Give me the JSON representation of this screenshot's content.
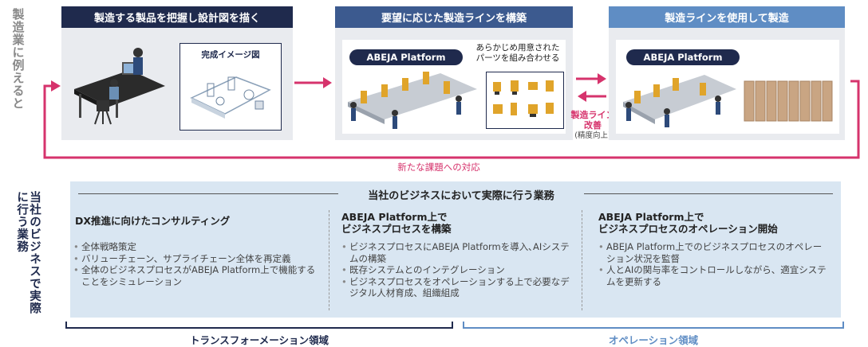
{
  "side_labels": {
    "example": "製造業に例えると",
    "business": "当社のビジネスで実際に行う業務"
  },
  "panels": [
    {
      "title": "製造する製品を把握し設計図を描く",
      "inner_label": "完成イメージ図"
    },
    {
      "title": "要望に応じた製造ラインを構築",
      "pill": "ABEJA Platform",
      "note": "あらかじめ用意された\nパーツを組み合わせる"
    },
    {
      "title": "製造ラインを使用して製造",
      "pill": "ABEJA Platform"
    }
  ],
  "feedback": {
    "label_line1": "製造ライン",
    "label_line2": "改善",
    "label_sub": "(精度向上)"
  },
  "loop_label": "新たな課題への対応",
  "business": {
    "header": "当社のビジネスにおいて実際に行う業務",
    "columns": [
      {
        "title_line1": "DX推進に向けたコンサルティング",
        "title_line2": "",
        "bullets": [
          "全体戦略策定",
          "バリューチェーン、サプライチェーン全体を再定義",
          "全体のビジネスプロセスがABEJA Platform上で機能することをシミュレーション"
        ]
      },
      {
        "title_line1": "ABEJA Platform上で",
        "title_line2": "ビジネスプロセスを構築",
        "bullets": [
          "ビジネスプロセスにABEJA Platformを導入､AIシステムの構築",
          "既存システムとのインテグレーション",
          "ビジネスプロセスをオペレーションする上で必要なデジタル人材育成、組織組成"
        ]
      },
      {
        "title_line1": "ABEJA Platform上で",
        "title_line2": "ビジネスプロセスのオペレーション開始",
        "bullets": [
          "ABEJA Platform上でのビジネスプロセスのオペレーション状況を監督",
          "人とAIの関与率をコントロールしながら、適宜システムを更新する"
        ]
      }
    ]
  },
  "domains": {
    "transformation": "トランスフォーメーション領域",
    "operation": "オペレーション領域"
  },
  "colors": {
    "navy": "#1f2a4d",
    "pink": "#d6336c",
    "lightblue": "#5f8dc4",
    "panel_bg": "#e9ebef",
    "box_bg": "#d9e6f2"
  }
}
